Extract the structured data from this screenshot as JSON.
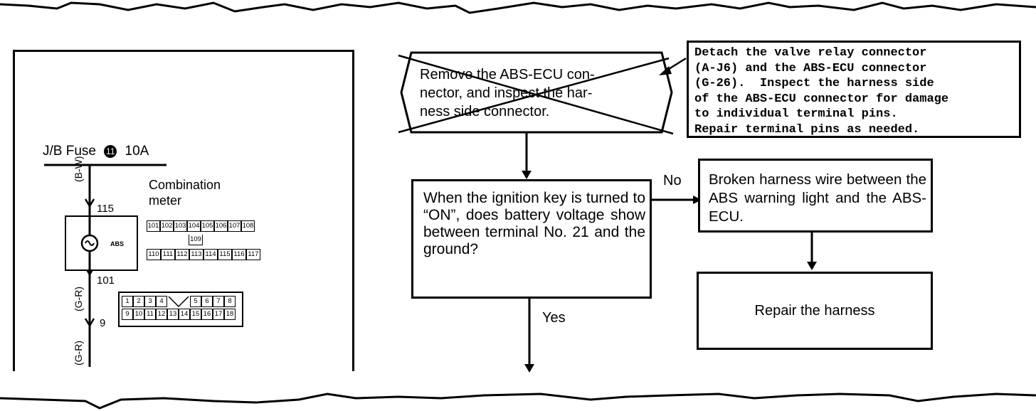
{
  "wiring": {
    "fuse_label": "J/B Fuse",
    "fuse_number": "11",
    "fuse_rating": "10A",
    "wire_top": "(B-W)",
    "wire_mid": "(G-R)",
    "wire_bottom": "(G-R)",
    "pin_115": "115",
    "pin_101": "101",
    "pin_9": "9",
    "meter_label_1": "Combination",
    "meter_label_2": "meter",
    "lamp_label": "ABS",
    "meter_connector_top": [
      "101",
      "102",
      "103",
      "104",
      "105",
      "106",
      "107",
      "108"
    ],
    "meter_connector_mid": [
      "109"
    ],
    "meter_connector_bottom": [
      "110",
      "111",
      "112",
      "113",
      "114",
      "115",
      "116",
      "117"
    ],
    "ecu_connector_top": [
      "1",
      "2",
      "3",
      "4",
      "",
      "5",
      "6",
      "7",
      "8"
    ],
    "ecu_connector_bottom": [
      "9",
      "10",
      "11",
      "12",
      "13",
      "14",
      "15",
      "16",
      "17",
      "18"
    ]
  },
  "flow": {
    "struck_step": "Remove the ABS-ECU con-\nnector, and inspect the har-\nness side connector.",
    "note": "Detach the valve relay connector\n(A-J6) and the ABS-ECU connector\n(G-26).  Inspect the harness side\nof the ABS-ECU connector for damage\nto individual terminal pins.\nRepair terminal pins as needed.",
    "question": "When the ignition key is turned to “ON”, does battery voltage show between terminal No. 21 and the ground?",
    "no_label": "No",
    "yes_label": "Yes",
    "broken": "Broken harness wire between the ABS warning light and the ABS-ECU.",
    "repair": "Repair the harness"
  }
}
